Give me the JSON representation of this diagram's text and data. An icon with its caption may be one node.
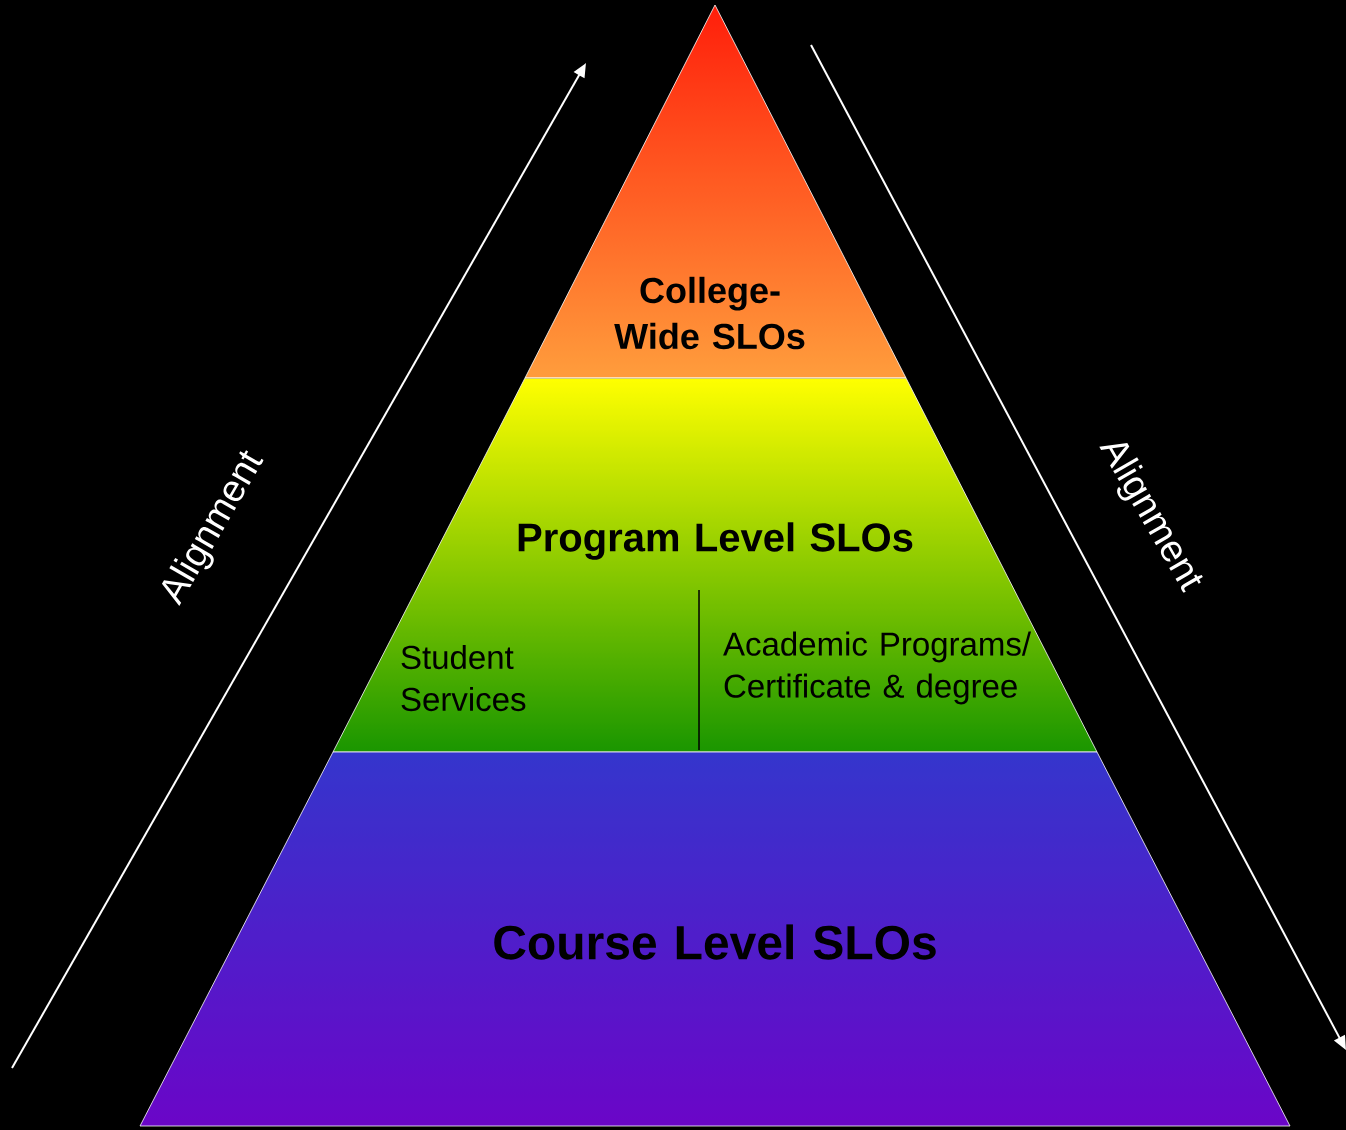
{
  "diagram": {
    "nodes": [
      {
        "text": [
          "College-Wide SLOs"
        ]
      },
      {
        "text": [
          "Program Level SLOs",
          "Student Services",
          "Academic Programs/ Certificate & degree"
        ]
      },
      {
        "text": [
          "Course Level SLOs"
        ]
      }
    ],
    "labels": [
      "Alignment",
      "Alignment"
    ]
  }
}
